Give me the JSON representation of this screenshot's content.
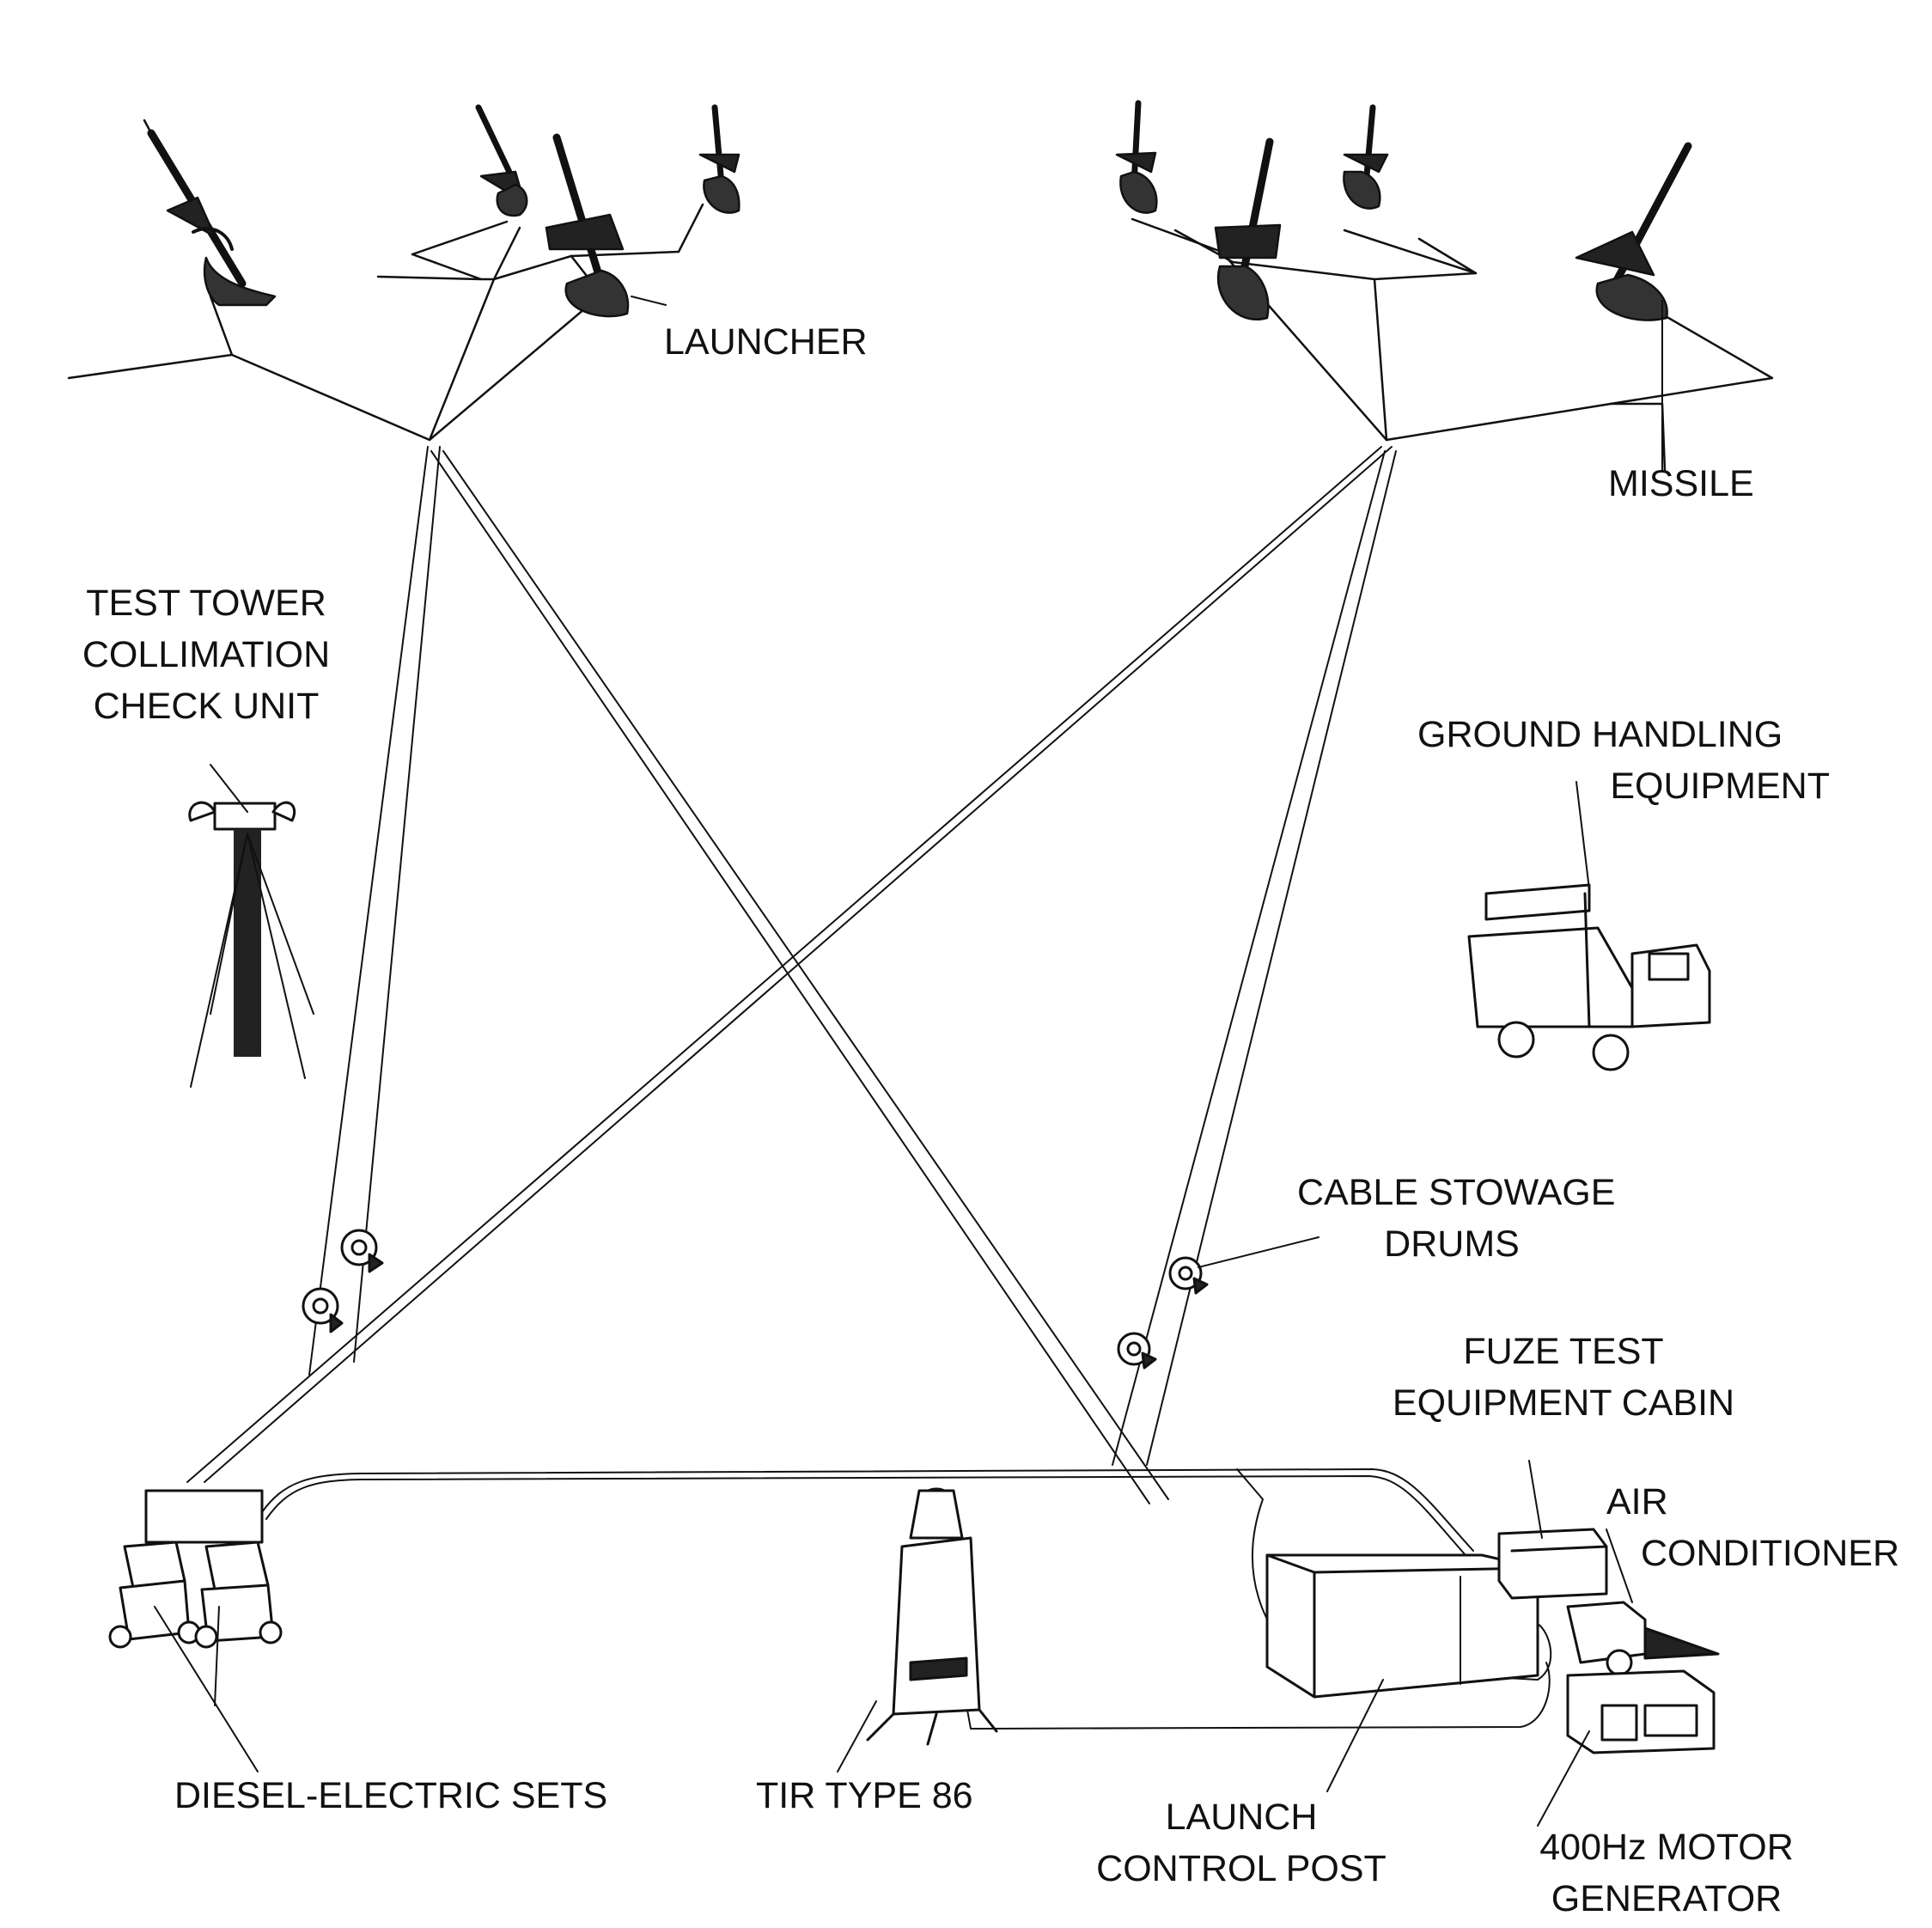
{
  "labels": {
    "launcher": "LAUNCHER",
    "missile": "MISSILE",
    "test_tower": [
      "TEST TOWER",
      "COLLIMATION",
      "CHECK UNIT"
    ],
    "ground_handling": [
      "GROUND HANDLING",
      "EQUIPMENT"
    ],
    "cable_drums": [
      "CABLE STOWAGE",
      "DRUMS"
    ],
    "fuze_cabin": [
      "FUZE TEST",
      "EQUIPMENT CABIN"
    ],
    "air_conditioner": [
      "AIR",
      "CONDITIONER"
    ],
    "diesel_sets": "DIESEL-ELECTRIC SETS",
    "tir": "TIR TYPE 86",
    "launch_control": [
      "LAUNCH",
      "CONTROL POST"
    ],
    "motor_generator": [
      "400Hz MOTOR",
      "GENERATOR"
    ]
  },
  "colors": {
    "ink": "#111111",
    "paper": "#ffffff"
  }
}
